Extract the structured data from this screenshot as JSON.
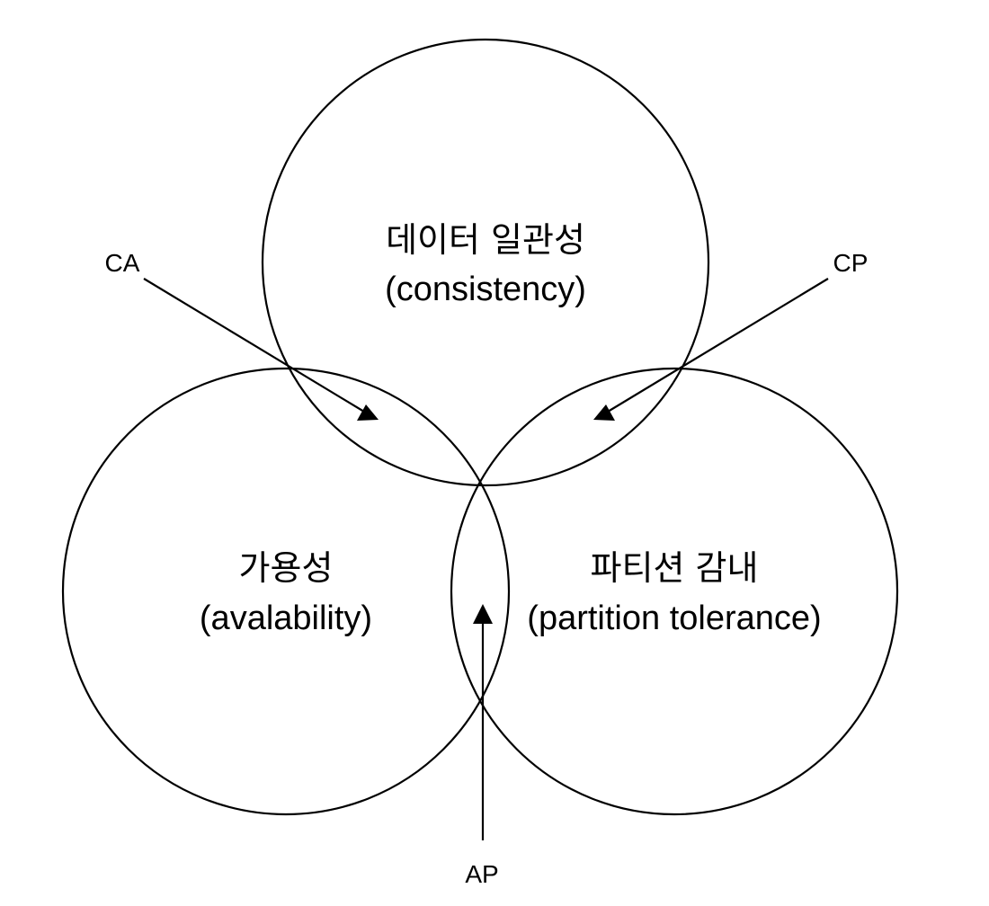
{
  "diagram": {
    "sets": {
      "consistency": {
        "name": "데이터 일관성",
        "term": "(consistency)"
      },
      "availability": {
        "name": "가용성",
        "term": "(avalability)"
      },
      "partition": {
        "name": "파티션 감내",
        "term": "(partition tolerance)"
      }
    },
    "pairs": {
      "ca": "CA",
      "cp": "CP",
      "ap": "AP"
    },
    "colors": {
      "stroke": "#000000",
      "background": "#ffffff"
    }
  }
}
